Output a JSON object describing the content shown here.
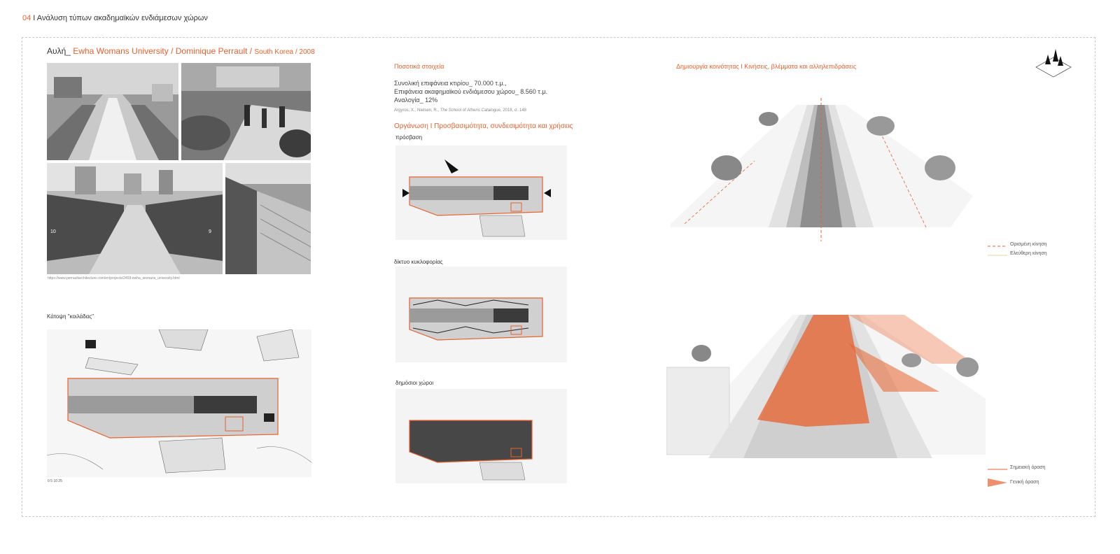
{
  "header": {
    "number": "04",
    "title": " Ι Ανάλυση τύπων ακαδημαϊκών ενδιάμεσων χώρων"
  },
  "project": {
    "prefix": "Αυλή_",
    "name": "Ewha Womans University / Dominique Perrault / ",
    "location": "South Korea / 2008"
  },
  "photo_source": "https://www.perraultarchitecture.com/en/projects/2459-ewha_womans_university.html",
  "photo_markers": [
    "10",
    "9"
  ],
  "plan_label": "Κάτοψη \"κοιλάδας\"",
  "plan_scale": "0  5  10      25",
  "stats": {
    "heading": "Ποσοτικά στοιχεία",
    "lines": [
      "Συνολική επιφάνεια κτιρίου_ 70.000 τ.μ.,",
      "Επιφάνεια ακαφημαϊκού ενδιάμεσου χώρου_ 8.560 τ.μ.",
      "Αναλογία_ 12%"
    ],
    "reference_prefix": "Argyros, X., Nielsen, R., ",
    "reference_title": "The School of Athens Catalogue",
    "reference_suffix": ", 2018, σ. 148"
  },
  "organization": {
    "heading": "Οργάνωση Ι Προσβασιμότητα, συνδεσιμότητα και χρήσεις",
    "diagrams": [
      {
        "label": "πρόσβαση"
      },
      {
        "label": "δίκτυο κυκλοφορίας"
      },
      {
        "label": "δημόσιοι χώροι"
      }
    ]
  },
  "community": {
    "heading": "Δημιουργία κοινότητας Ι Κινήσεις, βλέμματα και αλληλεπιδράσεις",
    "legend_top": [
      "Ορισμένη κίνηση",
      "Ελεύθερη κίνηση"
    ],
    "legend_bottom": [
      "Σημειακή όραση",
      "Γενική όραση"
    ]
  },
  "colors": {
    "accent": "#e8602c",
    "text": "#333333",
    "frame": "#c9c9c9"
  },
  "icons": {
    "corner": "isometric-trees-icon"
  }
}
